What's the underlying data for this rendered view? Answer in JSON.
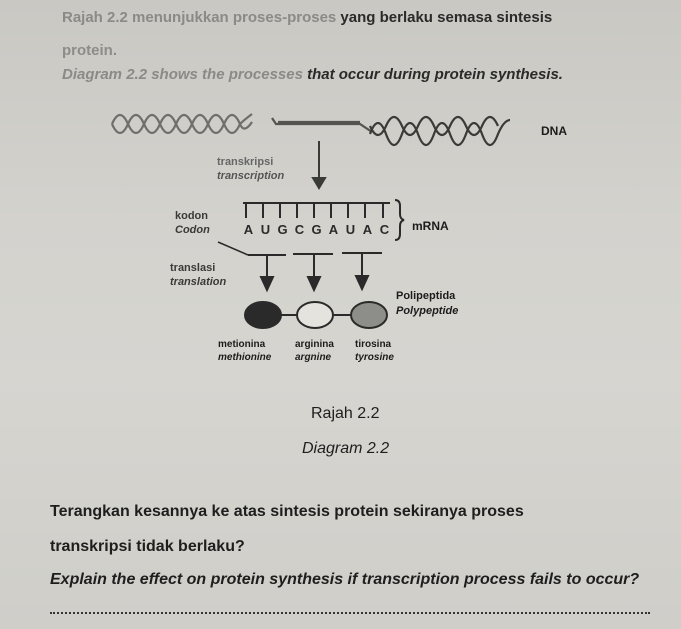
{
  "intro": {
    "malay_line1_faded": "Rajah 2.2 menunjukkan proses-proses",
    "malay_line1": " yang berlaku semasa sintesis",
    "malay_line2": "protein.",
    "english_faded": "Diagram 2.2 shows the processes",
    "english": " that occur during protein synthesis."
  },
  "diagram": {
    "dna_label": "DNA",
    "transcription_malay": "transkripsi",
    "transcription_english": "transcription",
    "codon_malay": "kodon",
    "codon_english": "Codon",
    "mrna_bases": [
      "A",
      "U",
      "G",
      "C",
      "G",
      "A",
      "U",
      "A",
      "C"
    ],
    "mrna_label": "mRNA",
    "translation_malay": "translasi",
    "translation_english": "translation",
    "polypeptide_malay": "Polipeptida",
    "polypeptide_english": "Polypeptide",
    "amino_acids": [
      {
        "malay": "metionina",
        "english": "methionine",
        "fill": "#2a2a2a"
      },
      {
        "malay": "arginina",
        "english": "argnine",
        "fill": "#e4e3de"
      },
      {
        "malay": "tirosina",
        "english": "tyrosine",
        "fill": "#8d8d89"
      }
    ]
  },
  "caption": {
    "malay": "Rajah 2.2",
    "english": "Diagram 2.2"
  },
  "question": {
    "malay_line1": "Terangkan kesannya ke atas sintesis protein sekiranya proses",
    "malay_line2": "transkripsi tidak berlaku?",
    "english": "Explain the effect on protein synthesis if transcription process fails to occur?"
  }
}
